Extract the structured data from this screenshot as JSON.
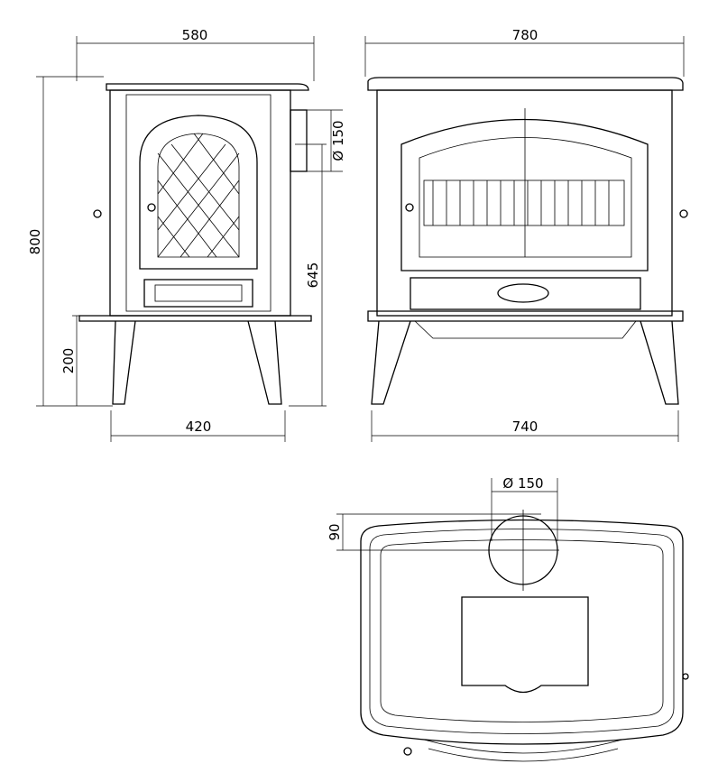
{
  "side_view": {
    "width_label": "580",
    "height_label": "800",
    "leg_height_label": "200",
    "flue_height_label": "645",
    "flue_diameter_label": "Ø 150",
    "leg_span_label": "420"
  },
  "front_view": {
    "width_label": "780",
    "leg_span_label": "740"
  },
  "top_view": {
    "flue_diameter_label": "Ø 150",
    "flue_offset_label": "90"
  }
}
